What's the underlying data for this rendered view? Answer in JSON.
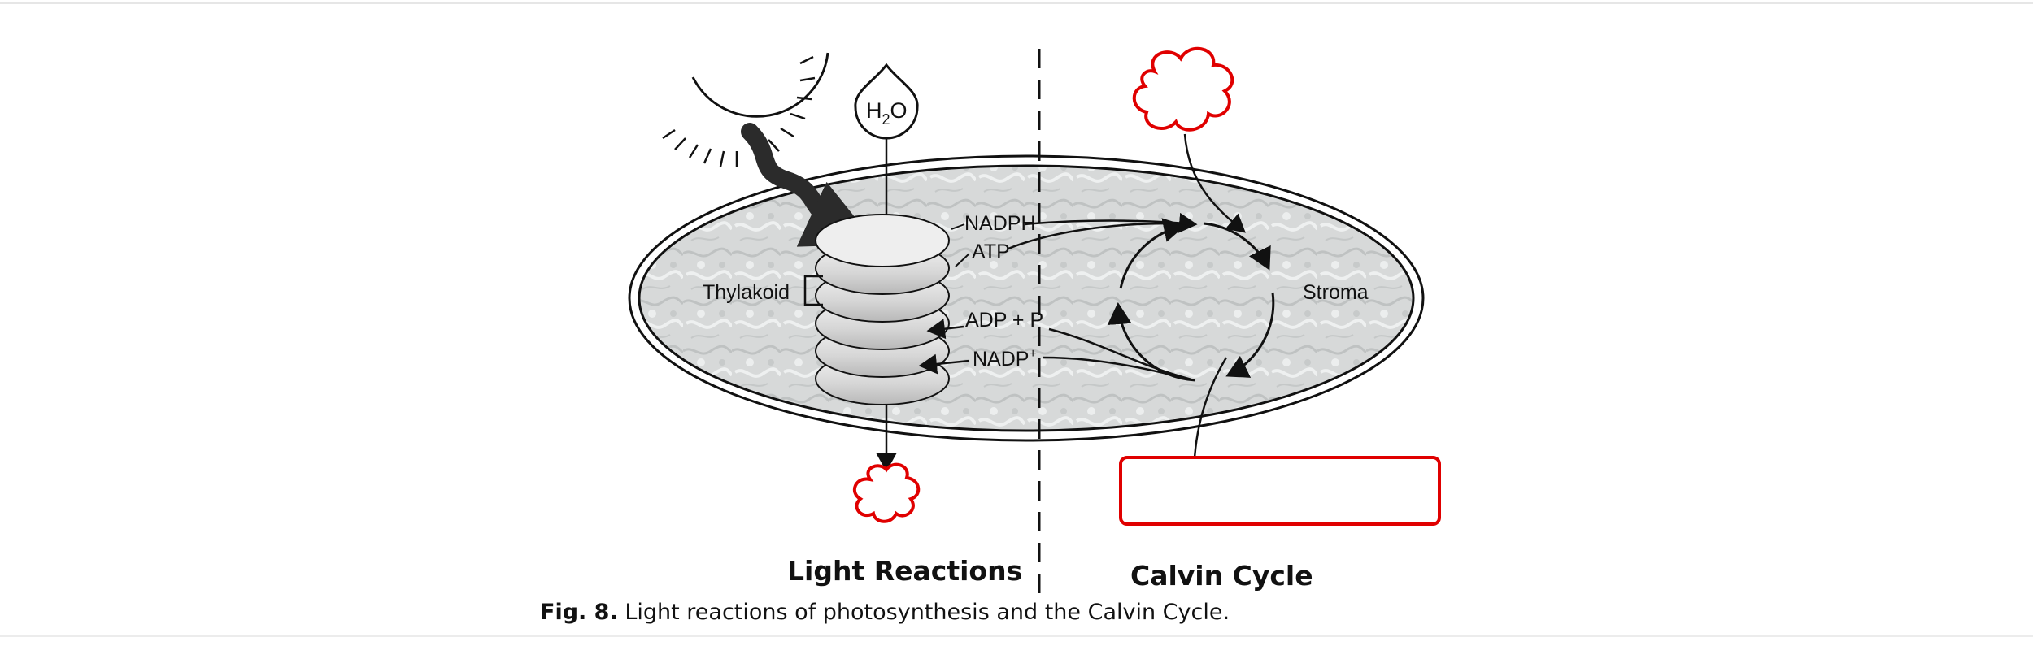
{
  "diagram": {
    "labels": {
      "water": "H",
      "water_sub": "2",
      "water_tail": "O",
      "nadph": "NADPH",
      "atp": "ATP",
      "thylakoid": "Thylakoid",
      "adp": "ADP + P",
      "nadp": "NADP",
      "nadp_sup": "+",
      "stroma": "Stroma"
    },
    "sections": {
      "light_reactions": "Light Reactions",
      "calvin_cycle": "Calvin Cycle"
    },
    "answer_boxes": {
      "oxygen_output": "",
      "co2_input": "",
      "sugar_output": ""
    }
  },
  "caption": {
    "prefix": "Fig. 8.",
    "text": "Light reactions of photosynthesis and the Calvin Cycle."
  },
  "colors": {
    "answer_outline": "#e00000",
    "stroke": "#111111",
    "chloroplast_fill": "#d4d6d6",
    "disc_fill": "#e2e2e2"
  }
}
